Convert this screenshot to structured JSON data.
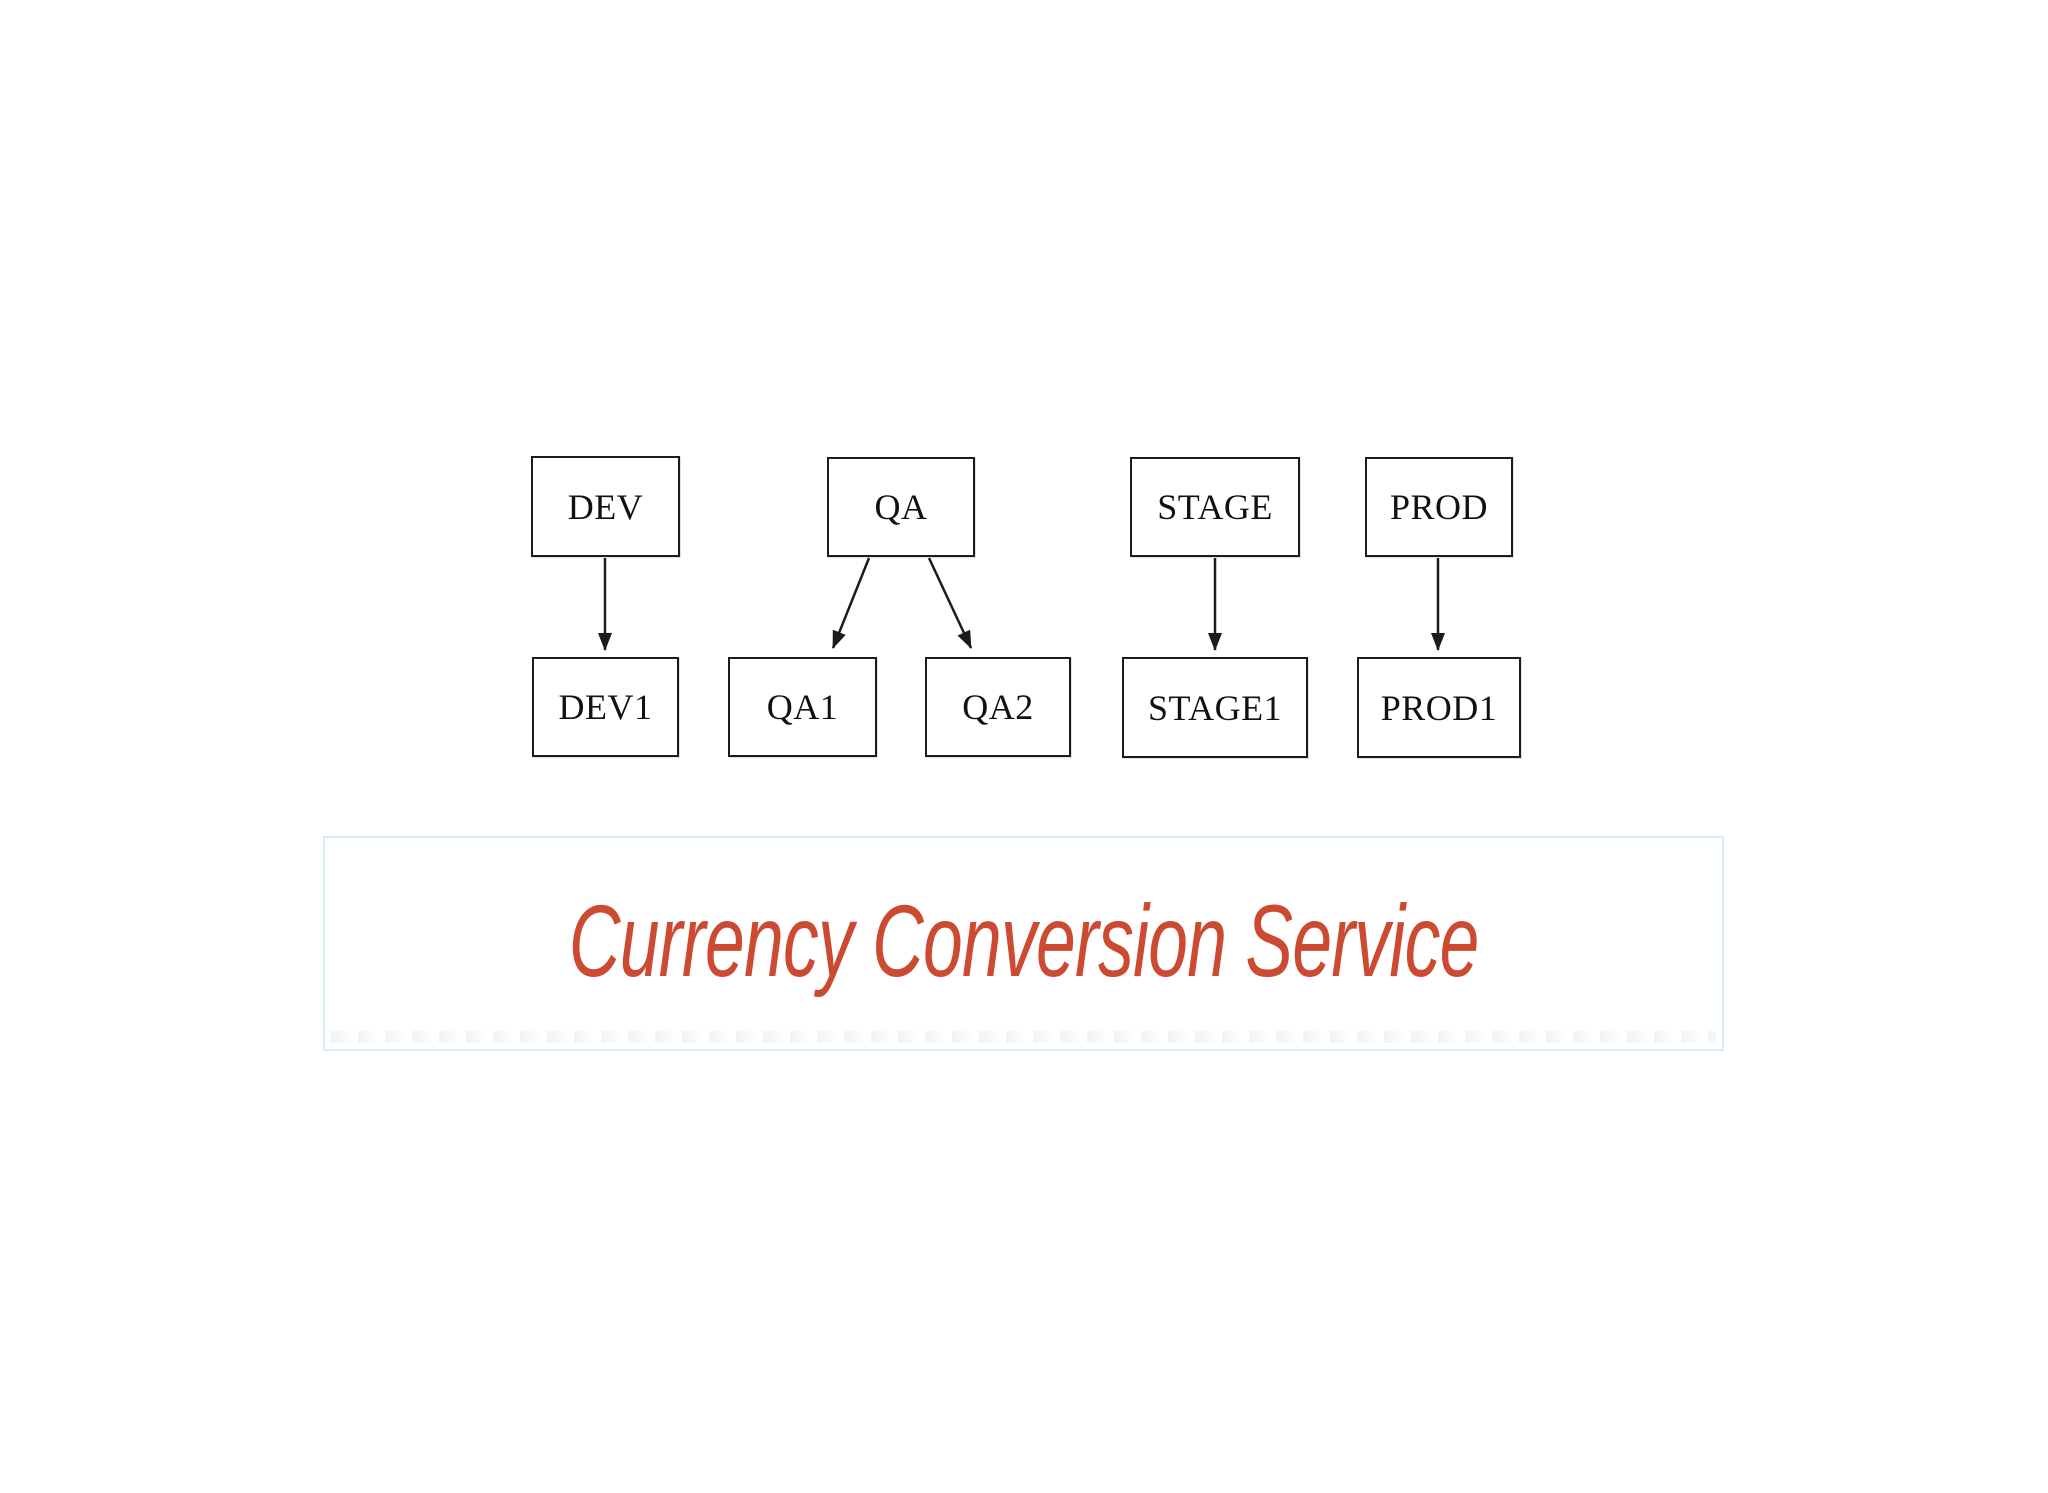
{
  "diagram": {
    "type": "tree",
    "nodes": {
      "dev": {
        "label": "DEV"
      },
      "qa": {
        "label": "QA"
      },
      "stage": {
        "label": "STAGE"
      },
      "prod": {
        "label": "PROD"
      },
      "dev1": {
        "label": "DEV1"
      },
      "qa1": {
        "label": "QA1"
      },
      "qa2": {
        "label": "QA2"
      },
      "stage1": {
        "label": "STAGE1"
      },
      "prod1": {
        "label": "PROD1"
      }
    },
    "edges": [
      {
        "from": "DEV",
        "to": "DEV1"
      },
      {
        "from": "QA",
        "to": "QA1"
      },
      {
        "from": "QA",
        "to": "QA2"
      },
      {
        "from": "STAGE",
        "to": "STAGE1"
      },
      {
        "from": "PROD",
        "to": "PROD1"
      }
    ]
  },
  "caption": {
    "text": "Currency Conversion Service"
  },
  "colors": {
    "caption_text": "#cb4a31",
    "caption_border": "#d8ecf6",
    "node_border": "#1c1c1c",
    "arrow": "#1c1c1c",
    "background": "#ffffff"
  }
}
